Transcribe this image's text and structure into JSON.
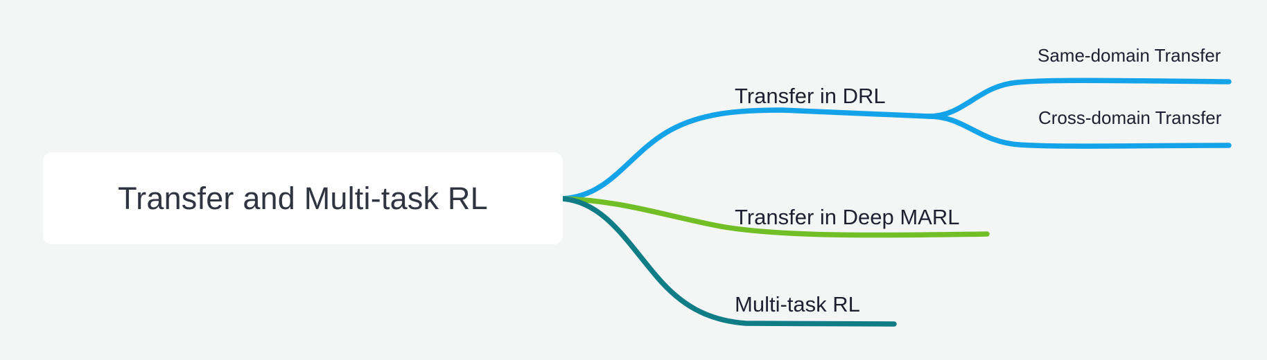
{
  "diagram": {
    "type": "mind-map",
    "background_color": "#f4f5f5",
    "root": {
      "label": "Transfer and Multi-task RL",
      "text_color": "#2f3440",
      "fill_color": "#ffffff"
    },
    "branches": [
      {
        "label": "Transfer in DRL",
        "color": "#14a3e8",
        "children": [
          {
            "label": "Same-domain Transfer",
            "color": "#14a3e8"
          },
          {
            "label": "Cross-domain Transfer",
            "color": "#14a3e8"
          }
        ]
      },
      {
        "label": "Transfer in Deep MARL",
        "color": "#72be26",
        "children": []
      },
      {
        "label": "Multi-task RL",
        "color": "#0f7c86",
        "children": []
      }
    ]
  }
}
